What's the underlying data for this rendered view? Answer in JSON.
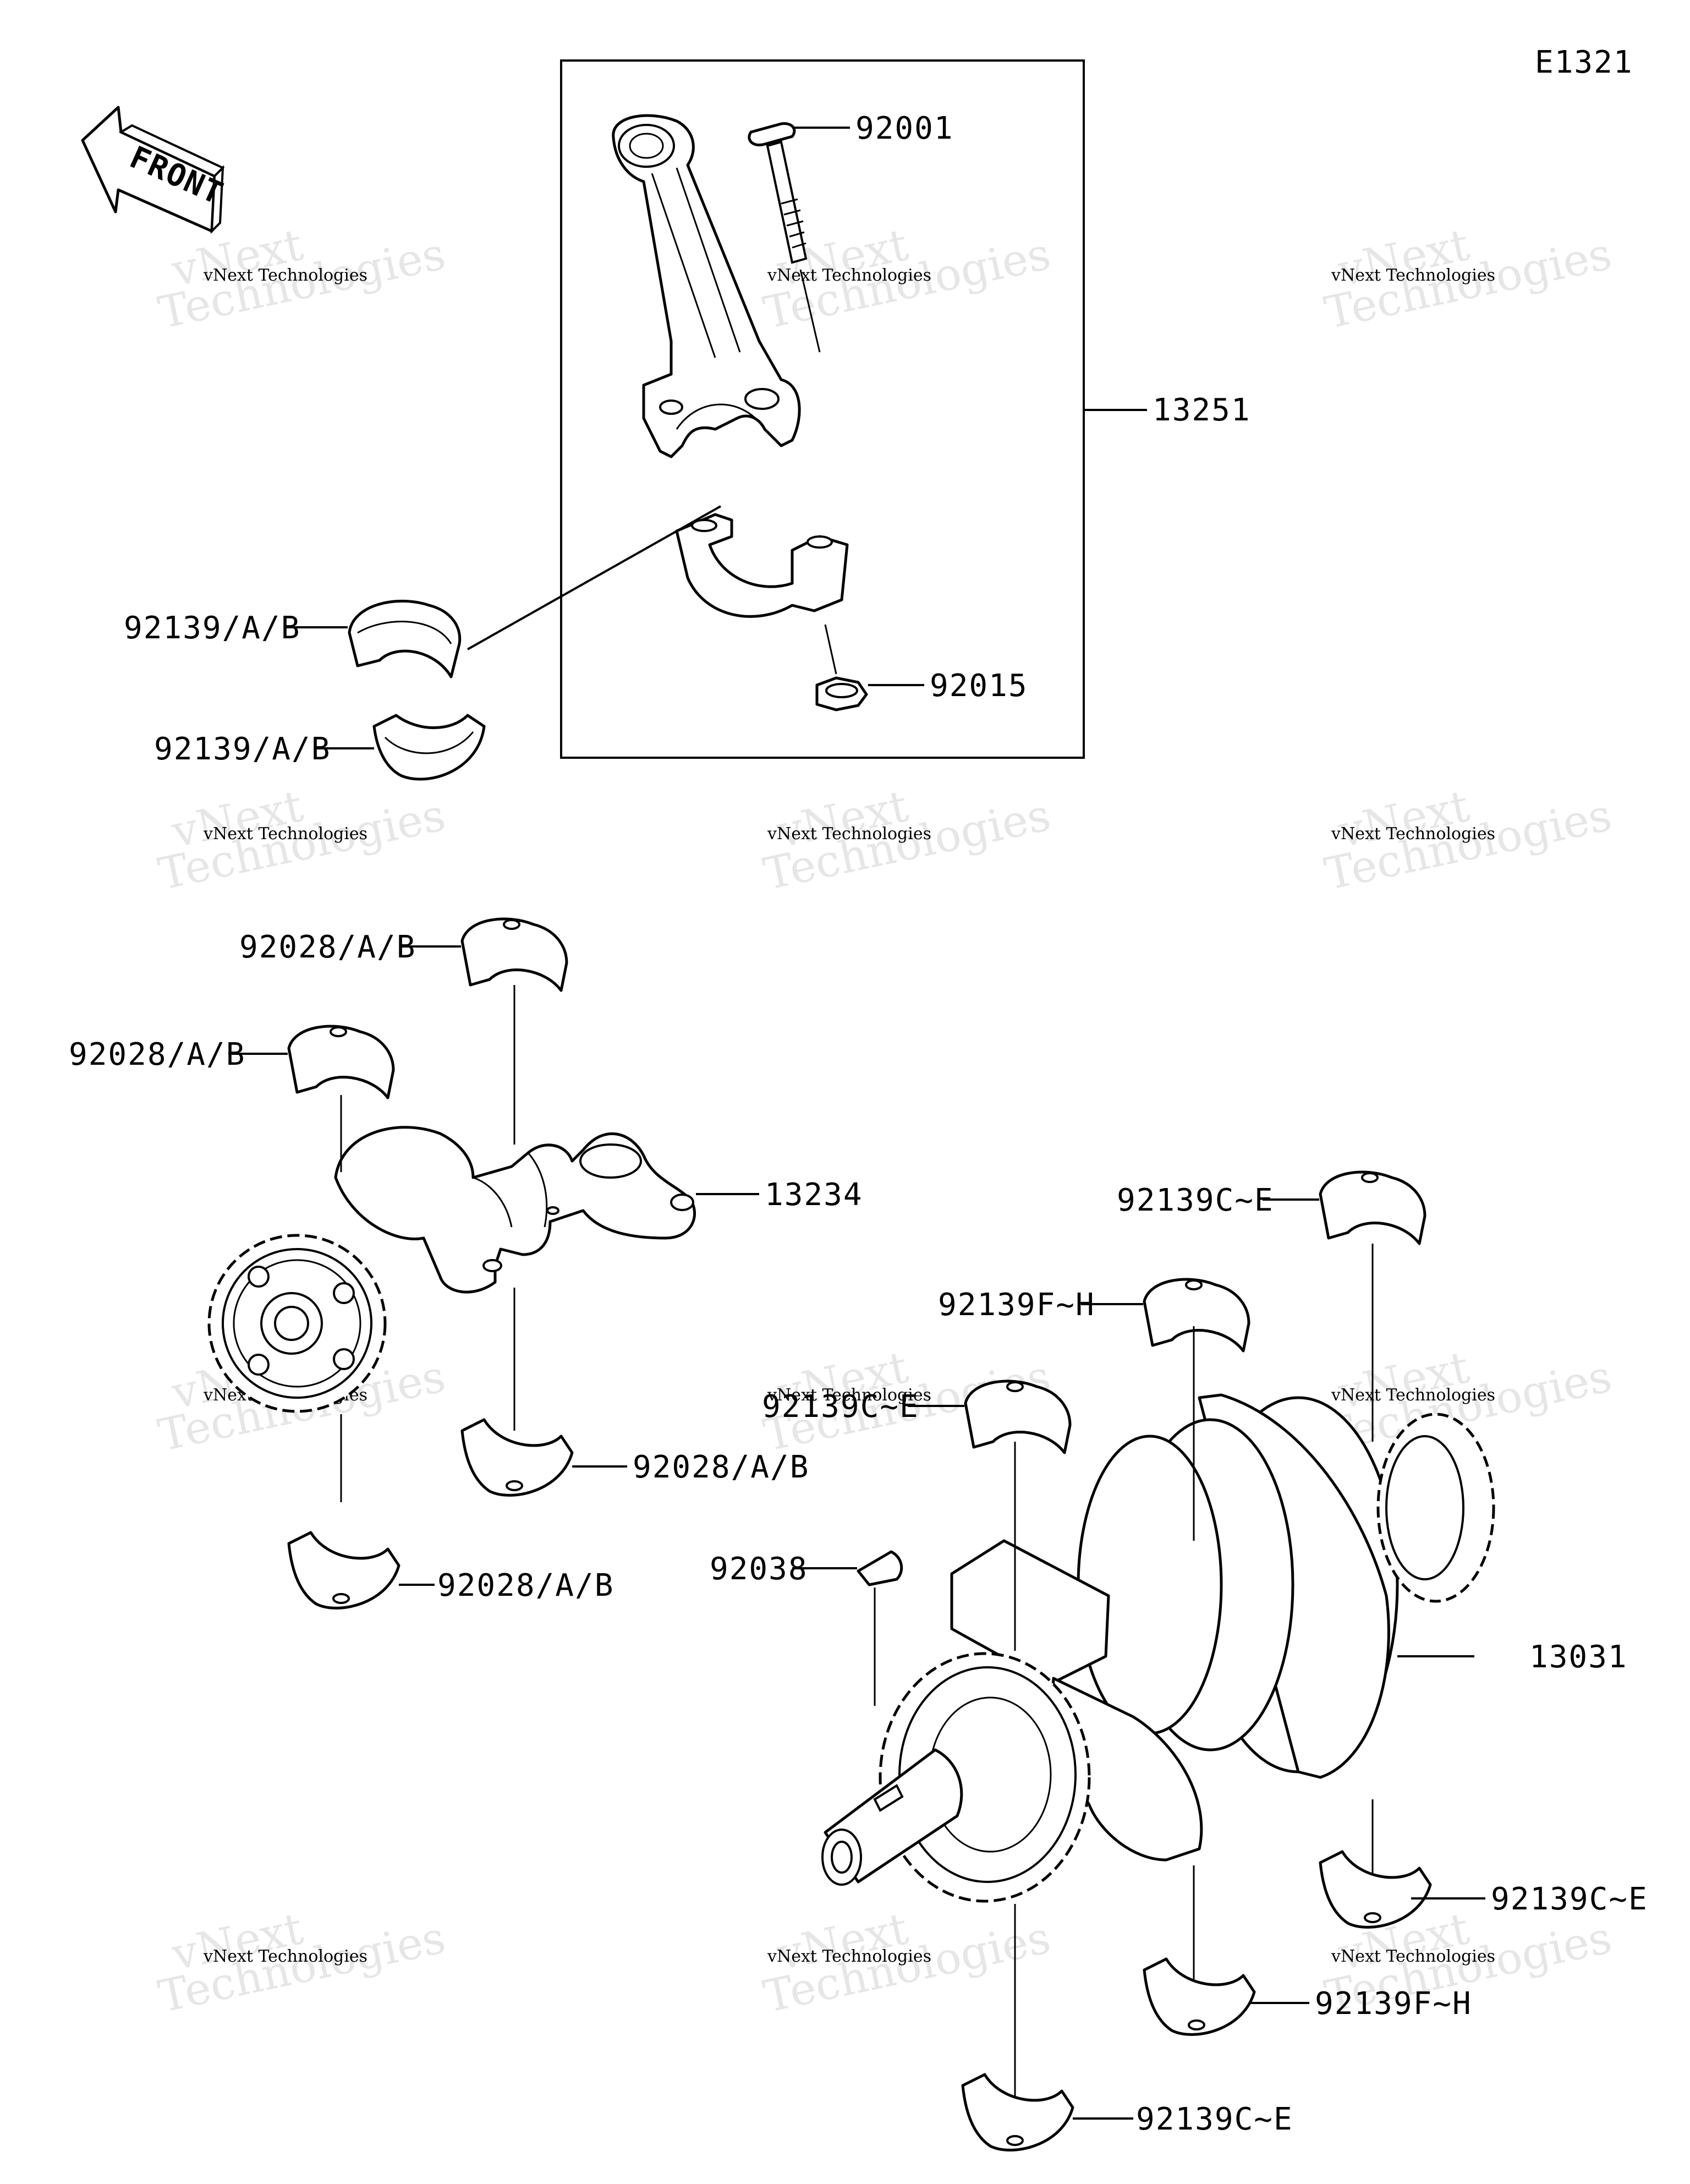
{
  "diagram_code": "E1321",
  "front_label": "FRONT",
  "watermark": {
    "line1": "vNext",
    "line2": "Technologies",
    "small": "vNext Technologies"
  },
  "labels": {
    "p92001": "92001",
    "p13251": "13251",
    "p92139ab_1": "92139/A/B",
    "p92015": "92015",
    "p92139ab_2": "92139/A/B",
    "p92028ab_1": "92028/A/B",
    "p92028ab_2": "92028/A/B",
    "p13234": "13234",
    "p92028ab_3": "92028/A/B",
    "p92028ab_4": "92028/A/B",
    "p92139ce_1": "92139C~E",
    "p92139fh_1": "92139F~H",
    "p92139ce_2": "92139C~E",
    "p92038": "92038",
    "p13031": "13031",
    "p92139ce_3": "92139C~E",
    "p92139fh_2": "92139F~H",
    "p92139ce_4": "92139C~E"
  }
}
